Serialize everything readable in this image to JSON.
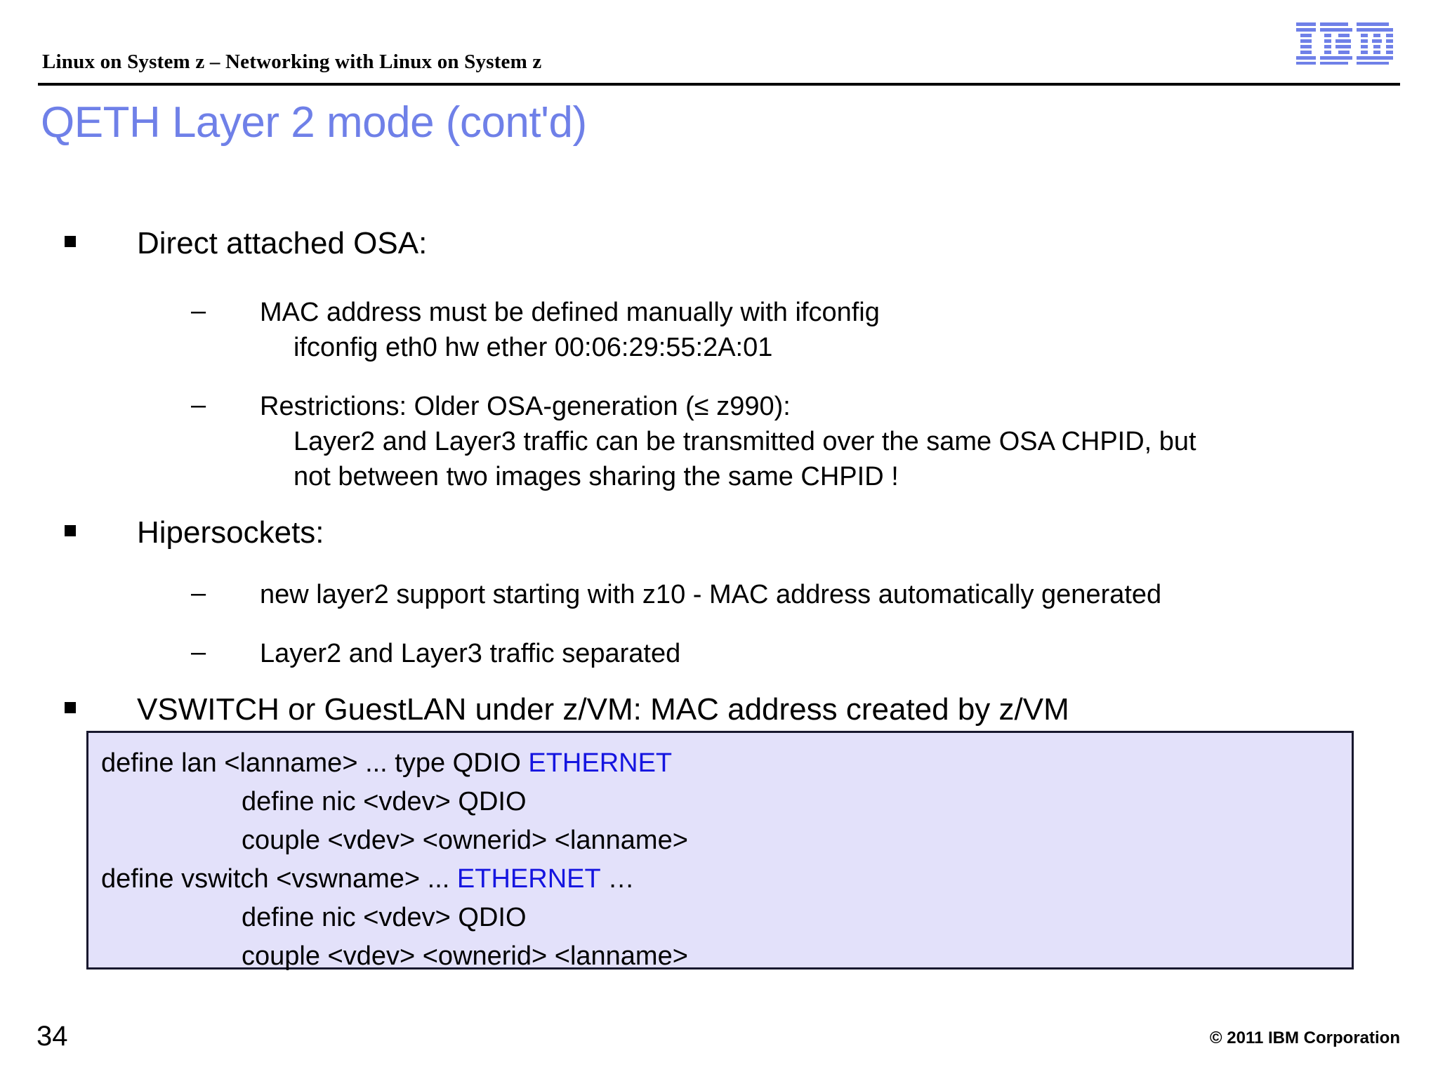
{
  "header": {
    "title": "Linux on System z – Networking with Linux on System z",
    "logo_name": "IBM"
  },
  "slide": {
    "title": "QETH Layer 2 mode (cont'd)"
  },
  "bullets": [
    {
      "level1": "Direct attached OSA:",
      "children": [
        {
          "text": "MAC address must be defined manually with ifconfig",
          "sub": [
            "ifconfig eth0 hw ether 00:06:29:55:2A:01"
          ]
        },
        {
          "text": "Restrictions: Older OSA-generation (≤ z990):",
          "sub": [
            "Layer2 and Layer3 traffic can be transmitted over the same OSA CHPID, but",
            "not between two images sharing the same CHPID !"
          ]
        }
      ]
    },
    {
      "level1": "Hipersockets:",
      "children": [
        {
          "text": "new layer2 support starting with z10 - MAC address automatically generated",
          "sub": []
        },
        {
          "text": "Layer2 and Layer3 traffic separated",
          "sub": []
        }
      ]
    },
    {
      "level1": "VSWITCH or GuestLAN under z/VM: MAC address created by z/VM",
      "children": []
    }
  ],
  "code_box": {
    "lines": [
      {
        "indent": false,
        "pre": "define lan <lanname> ... type QDIO ",
        "keyword": "ETHERNET",
        "post": ""
      },
      {
        "indent": true,
        "pre": "define nic <vdev> QDIO",
        "keyword": "",
        "post": ""
      },
      {
        "indent": true,
        "pre": "couple <vdev> <ownerid> <lanname>",
        "keyword": "",
        "post": ""
      },
      {
        "indent": false,
        "pre": "define vswitch <vswname> ... ",
        "keyword": "ETHERNET",
        "post": " …"
      },
      {
        "indent": true,
        "pre": "define nic <vdev> QDIO",
        "keyword": "",
        "post": ""
      },
      {
        "indent": true,
        "pre": "couple <vdev> <ownerid> <lanname>",
        "keyword": "",
        "post": ""
      }
    ]
  },
  "footer": {
    "page_number": "34",
    "copyright": "© 2011 IBM Corporation"
  },
  "colors": {
    "title_blue": "#6f80e8",
    "code_keyword_blue": "#1515e0",
    "code_bg": "#e3e1fa",
    "code_border": "#18182e",
    "logo_blue": "#6f80e8"
  },
  "markers": {
    "level1_bullet": "square-bullet-icon",
    "level2_bullet": "–"
  }
}
